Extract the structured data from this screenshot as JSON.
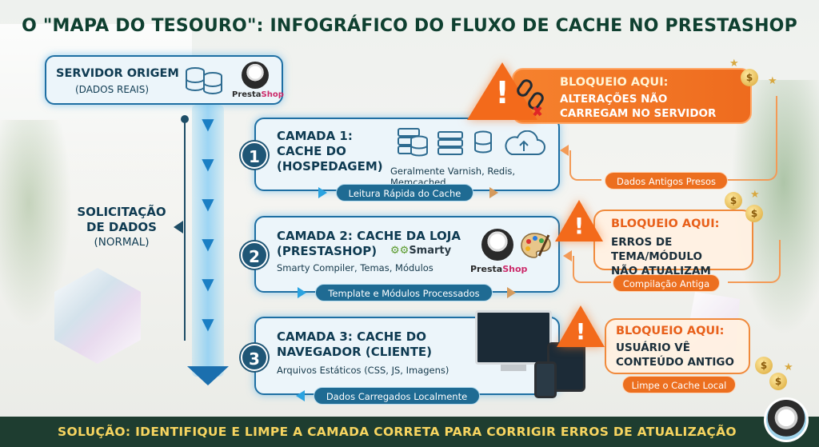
{
  "title": "O \"MAPA DO TESOURO\": INFOGRÁFICO DO FLUXO DE CACHE NO PRESTASHOP",
  "origin": {
    "title": "SERVIDOR ORIGEM",
    "subtitle": "(DADOS REAIS)",
    "logo_text_a": "Presta",
    "logo_text_b": "Shop",
    "icon": "database-icon"
  },
  "request": {
    "label_a": "SOLICITAÇÃO",
    "label_b": "DE DADOS",
    "label_c": "(NORMAL)"
  },
  "layers": [
    {
      "number": "1",
      "title_a": "CAMADA 1:",
      "title_b": "CACHE DO",
      "title_c": "(HOSPEDAGEM)",
      "subtitle": "Geralmente Varnish, Redis, Memcached",
      "flow_label": "Leitura Rápida do Cache",
      "icons": [
        "server-icon",
        "database-icon",
        "server-icon",
        "database-icon",
        "cloud-upload-icon"
      ]
    },
    {
      "number": "2",
      "title_a": "CAMADA 2: CACHE DA LOJA",
      "title_b": "(PRESTASHOP)",
      "smarty": "Smarty",
      "subtitle": "Smarty Compiler, Temas, Módulos",
      "flow_label": "Template e Módulos Processados",
      "logo_text_a": "Presta",
      "logo_text_b": "Shop",
      "icons": [
        "gears-icon",
        "palette-icon"
      ]
    },
    {
      "number": "3",
      "title_a": "CAMADA 3: CACHE DO",
      "title_b": "NAVEGADOR (CLIENTE)",
      "subtitle": "Arquivos Estáticos (CSS, JS, Imagens)",
      "flow_label": "Dados Carregados Localmente",
      "icons": [
        "monitor-icon",
        "tablet-icon",
        "phone-icon"
      ]
    }
  ],
  "blocks": [
    {
      "heading": "BLOQUEIO AQUI:",
      "line_a": "ALTERAÇÕES NÃO",
      "line_b": "CARREGAM NO SERVIDOR",
      "return_label": "Dados Antigos Presos"
    },
    {
      "heading": "BLOQUEIO AQUI:",
      "line_a": "ERROS DE TEMA/MÓDULO",
      "line_b": "NÃO ATUALIZAM",
      "return_label": "Compilação Antiga"
    },
    {
      "heading": "BLOQUEIO AQUI:",
      "line_a": "USUÁRIO VÊ",
      "line_b": "CONTEÚDO ANTIGO",
      "return_label": "Limpe o Cache Local"
    }
  ],
  "footer": "SOLUÇÃO: IDENTIFIQUE E LIMPE A CAMADA CORRETA PARA CORRIGIR ERROS DE ATUALIZAÇÃO",
  "coin_symbol": "$",
  "warning_symbol": "!",
  "colors": {
    "layer_border": "#1e6fa3",
    "flow_pill": "#1f6b93",
    "warning": "#f36a1b",
    "footer_bg": "#1e3d30",
    "footer_text": "#f7d560"
  }
}
